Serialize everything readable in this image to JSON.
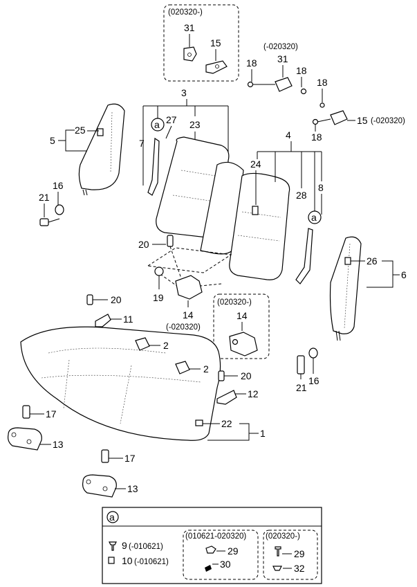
{
  "inset_labels": {
    "top_box": "(020320-)",
    "mid_box": "(020320-)",
    "legend_mid_box": "(010621-020320)",
    "legend_right_box": "(020320-)"
  },
  "notes": {
    "n31b_date": "(-020320)",
    "n15b_date": "(-020320)",
    "n14a_date": "(-020320)"
  },
  "parts": {
    "p1": "1",
    "p2a": "2",
    "p2b": "2",
    "p3": "3",
    "p4": "4",
    "p5": "5",
    "p6": "6",
    "p7": "7",
    "p8": "8",
    "p11": "11",
    "p12": "12",
    "p13a": "13",
    "p13b": "13",
    "p14a": "14",
    "p14b": "14",
    "p15a": "15",
    "p15b": "15",
    "p16a": "16",
    "p16b": "16",
    "p17a": "17",
    "p17b": "17",
    "p18a": "18",
    "p18b": "18",
    "p18c": "18",
    "p18d": "18",
    "p19": "19",
    "p20a": "20",
    "p20b": "20",
    "p20c": "20",
    "p21a": "21",
    "p21b": "21",
    "p22": "22",
    "p23": "23",
    "p24": "24",
    "p25": "25",
    "p26": "26",
    "p27": "27",
    "p28": "28",
    "p31a": "31",
    "p31b": "31"
  },
  "callouts": {
    "a1": "a",
    "a2": "a",
    "legend_a": "a"
  },
  "legend": {
    "items": [
      {
        "num": "9",
        "note": "(-010621)"
      },
      {
        "num": "10",
        "note": "(-010621)"
      },
      {
        "num": "29",
        "note": ""
      },
      {
        "num": "30",
        "note": ""
      },
      {
        "num": "29",
        "note": ""
      },
      {
        "num": "32",
        "note": ""
      }
    ]
  }
}
